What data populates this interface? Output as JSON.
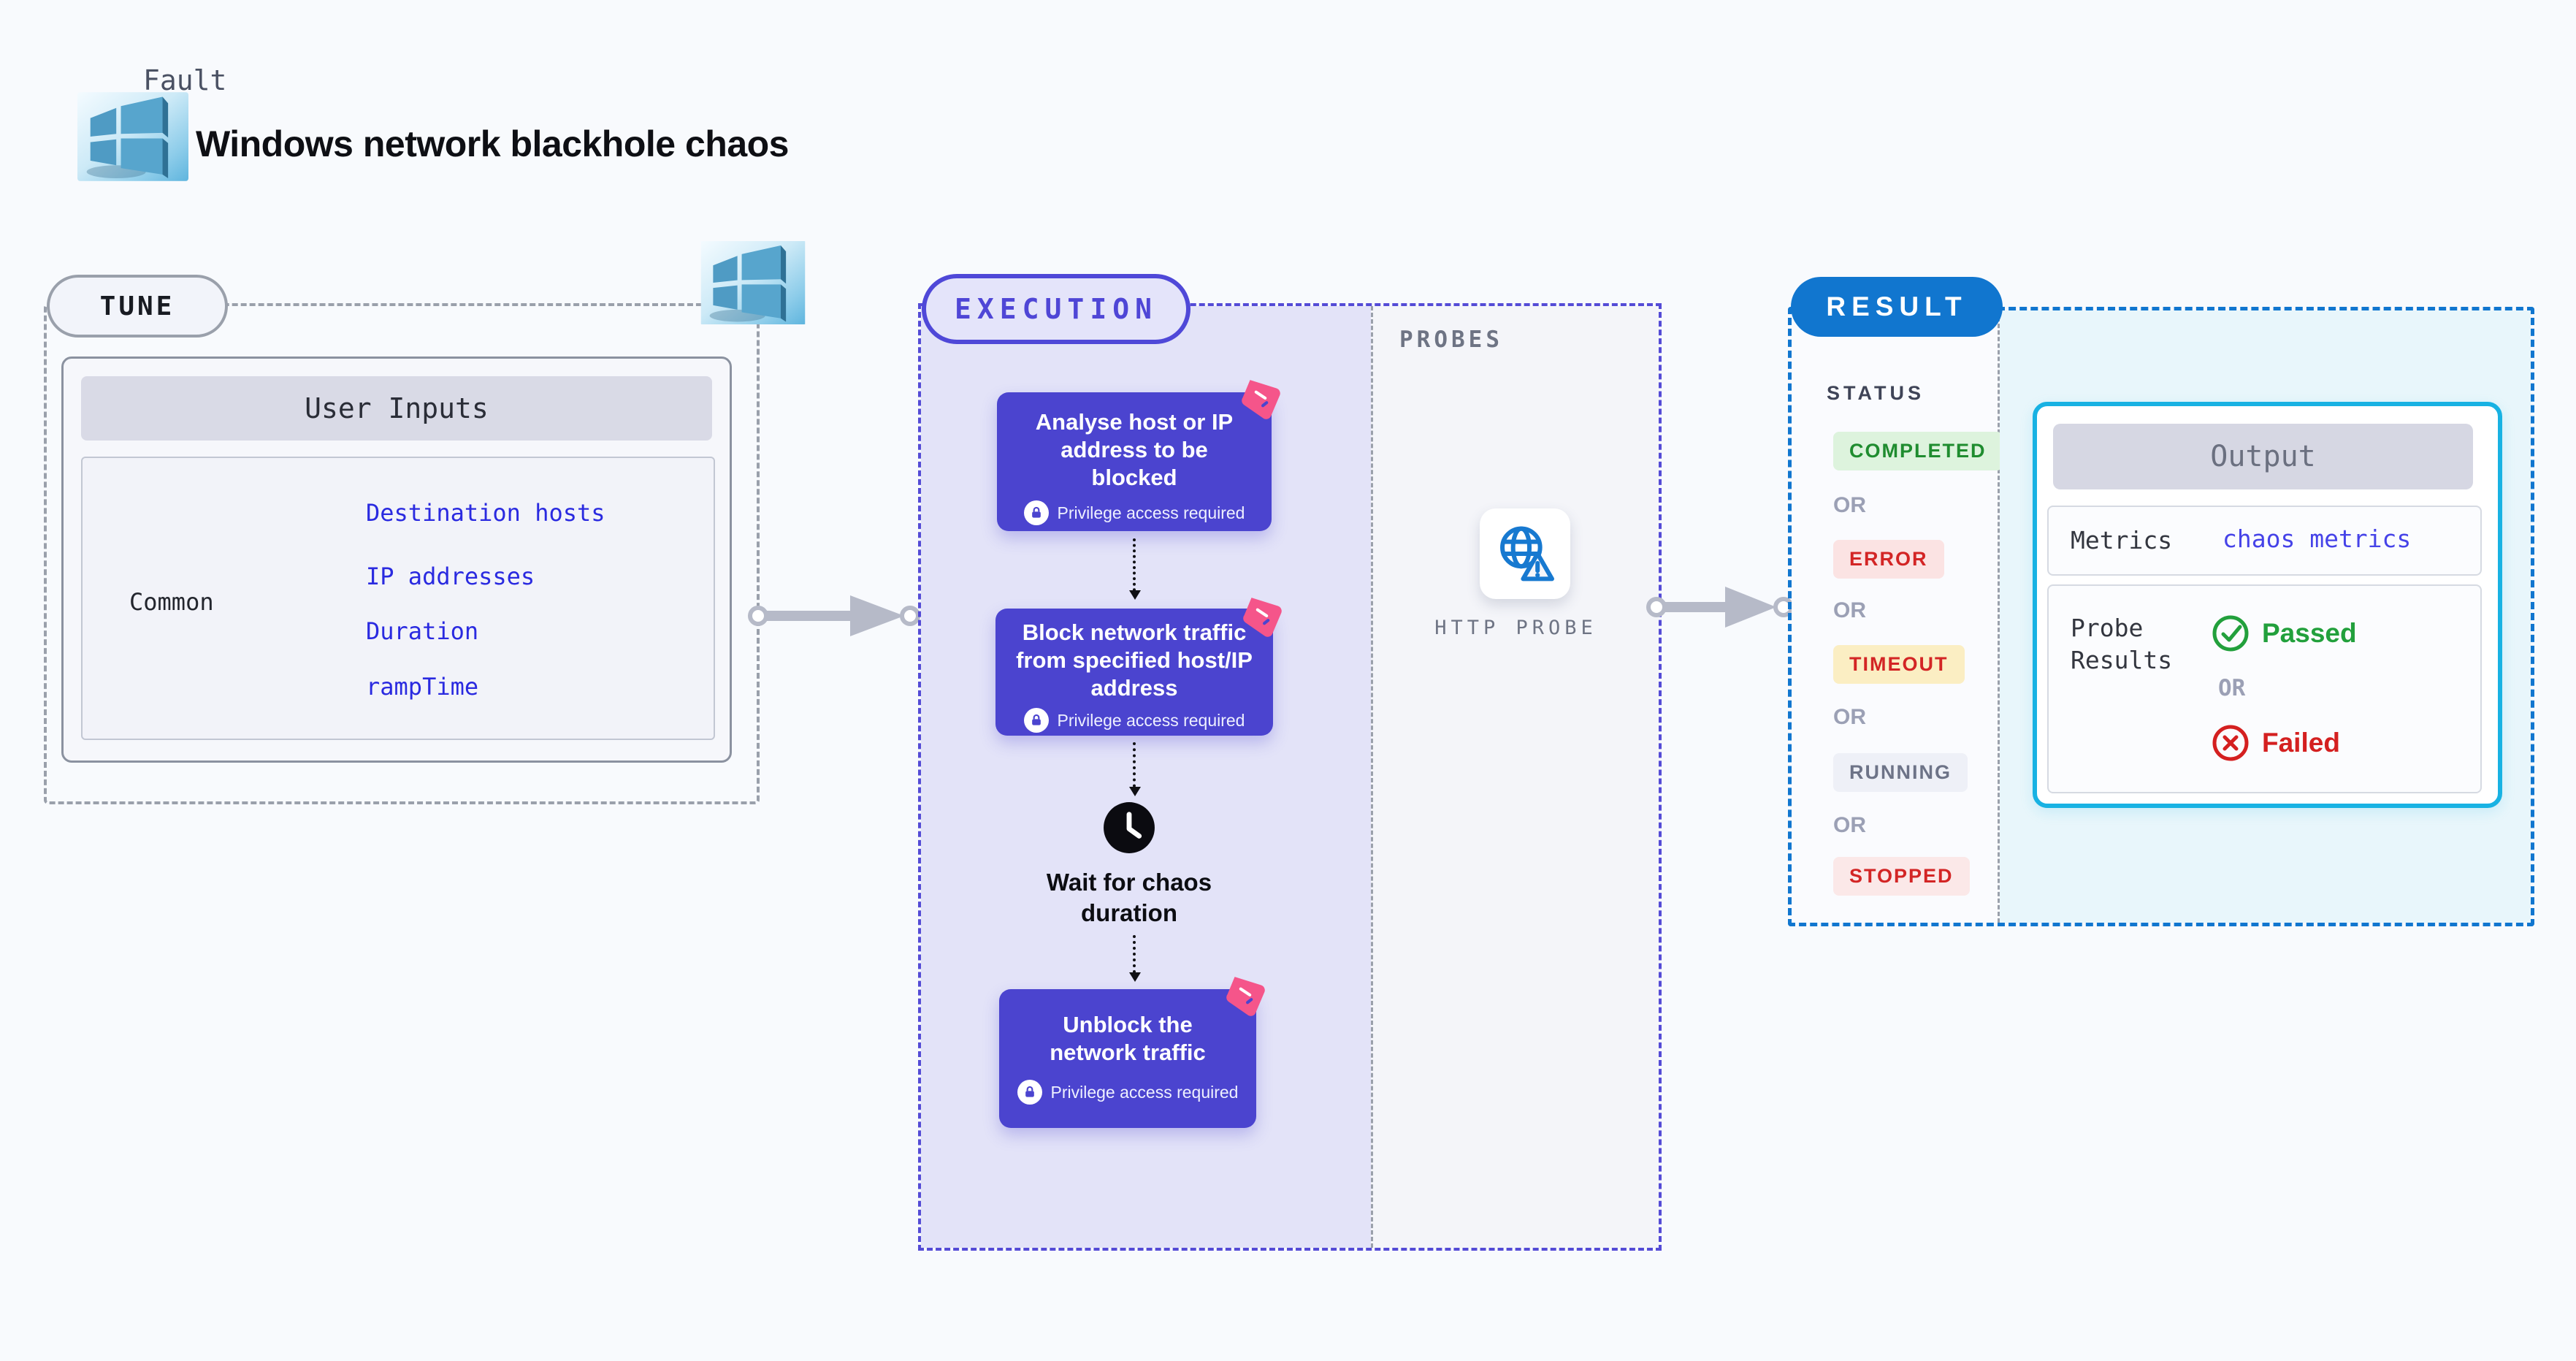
{
  "header": {
    "kicker": "Fault",
    "title": "Windows network blackhole chaos",
    "logo": "windows-logo"
  },
  "tune": {
    "label": "TUNE",
    "table_header": "User Inputs",
    "row_label": "Common",
    "inputs": [
      {
        "label": "Destination hosts"
      },
      {
        "label": "IP addresses"
      },
      {
        "label": "Duration"
      },
      {
        "label": "rampTime"
      }
    ]
  },
  "execution": {
    "label": "EXECUTION",
    "steps": [
      {
        "title": "Analyse host or IP address to be blocked",
        "note": "Privilege access required"
      },
      {
        "title": "Block network traffic from specified host/IP address",
        "note": "Privilege access required"
      },
      {
        "title": "Unblock the network traffic",
        "note": "Privilege access required"
      }
    ],
    "wait_step": {
      "title": "Wait for chaos duration"
    },
    "probes": {
      "label": "PROBES",
      "probe_name": "HTTP PROBE",
      "icon": "globe-warning-icon"
    }
  },
  "result": {
    "label": "RESULT",
    "status": {
      "heading": "STATUS",
      "or": "OR",
      "badges": [
        {
          "label": "COMPLETED",
          "type": "success"
        },
        {
          "label": "ERROR",
          "type": "error"
        },
        {
          "label": "TIMEOUT",
          "type": "timeout"
        },
        {
          "label": "RUNNING",
          "type": "running"
        },
        {
          "label": "STOPPED",
          "type": "stopped"
        }
      ]
    },
    "output": {
      "header": "Output",
      "metrics_label": "Metrics",
      "metrics_value": "chaos metrics",
      "probe_results_label": "Probe Results",
      "or": "OR",
      "passed": "Passed",
      "failed": "Failed"
    }
  },
  "colors": {
    "indigo": "#4b44cf",
    "lavender": "#e3e3f8",
    "result_blue": "#1176cf",
    "cyan_border": "#18b2e3",
    "pink_ribbon": "#f5558a",
    "success_green": "#1f8c2f",
    "error_red": "#d32525",
    "link_blue": "#2a2ae0",
    "arrow_gray": "#b6bac8"
  }
}
